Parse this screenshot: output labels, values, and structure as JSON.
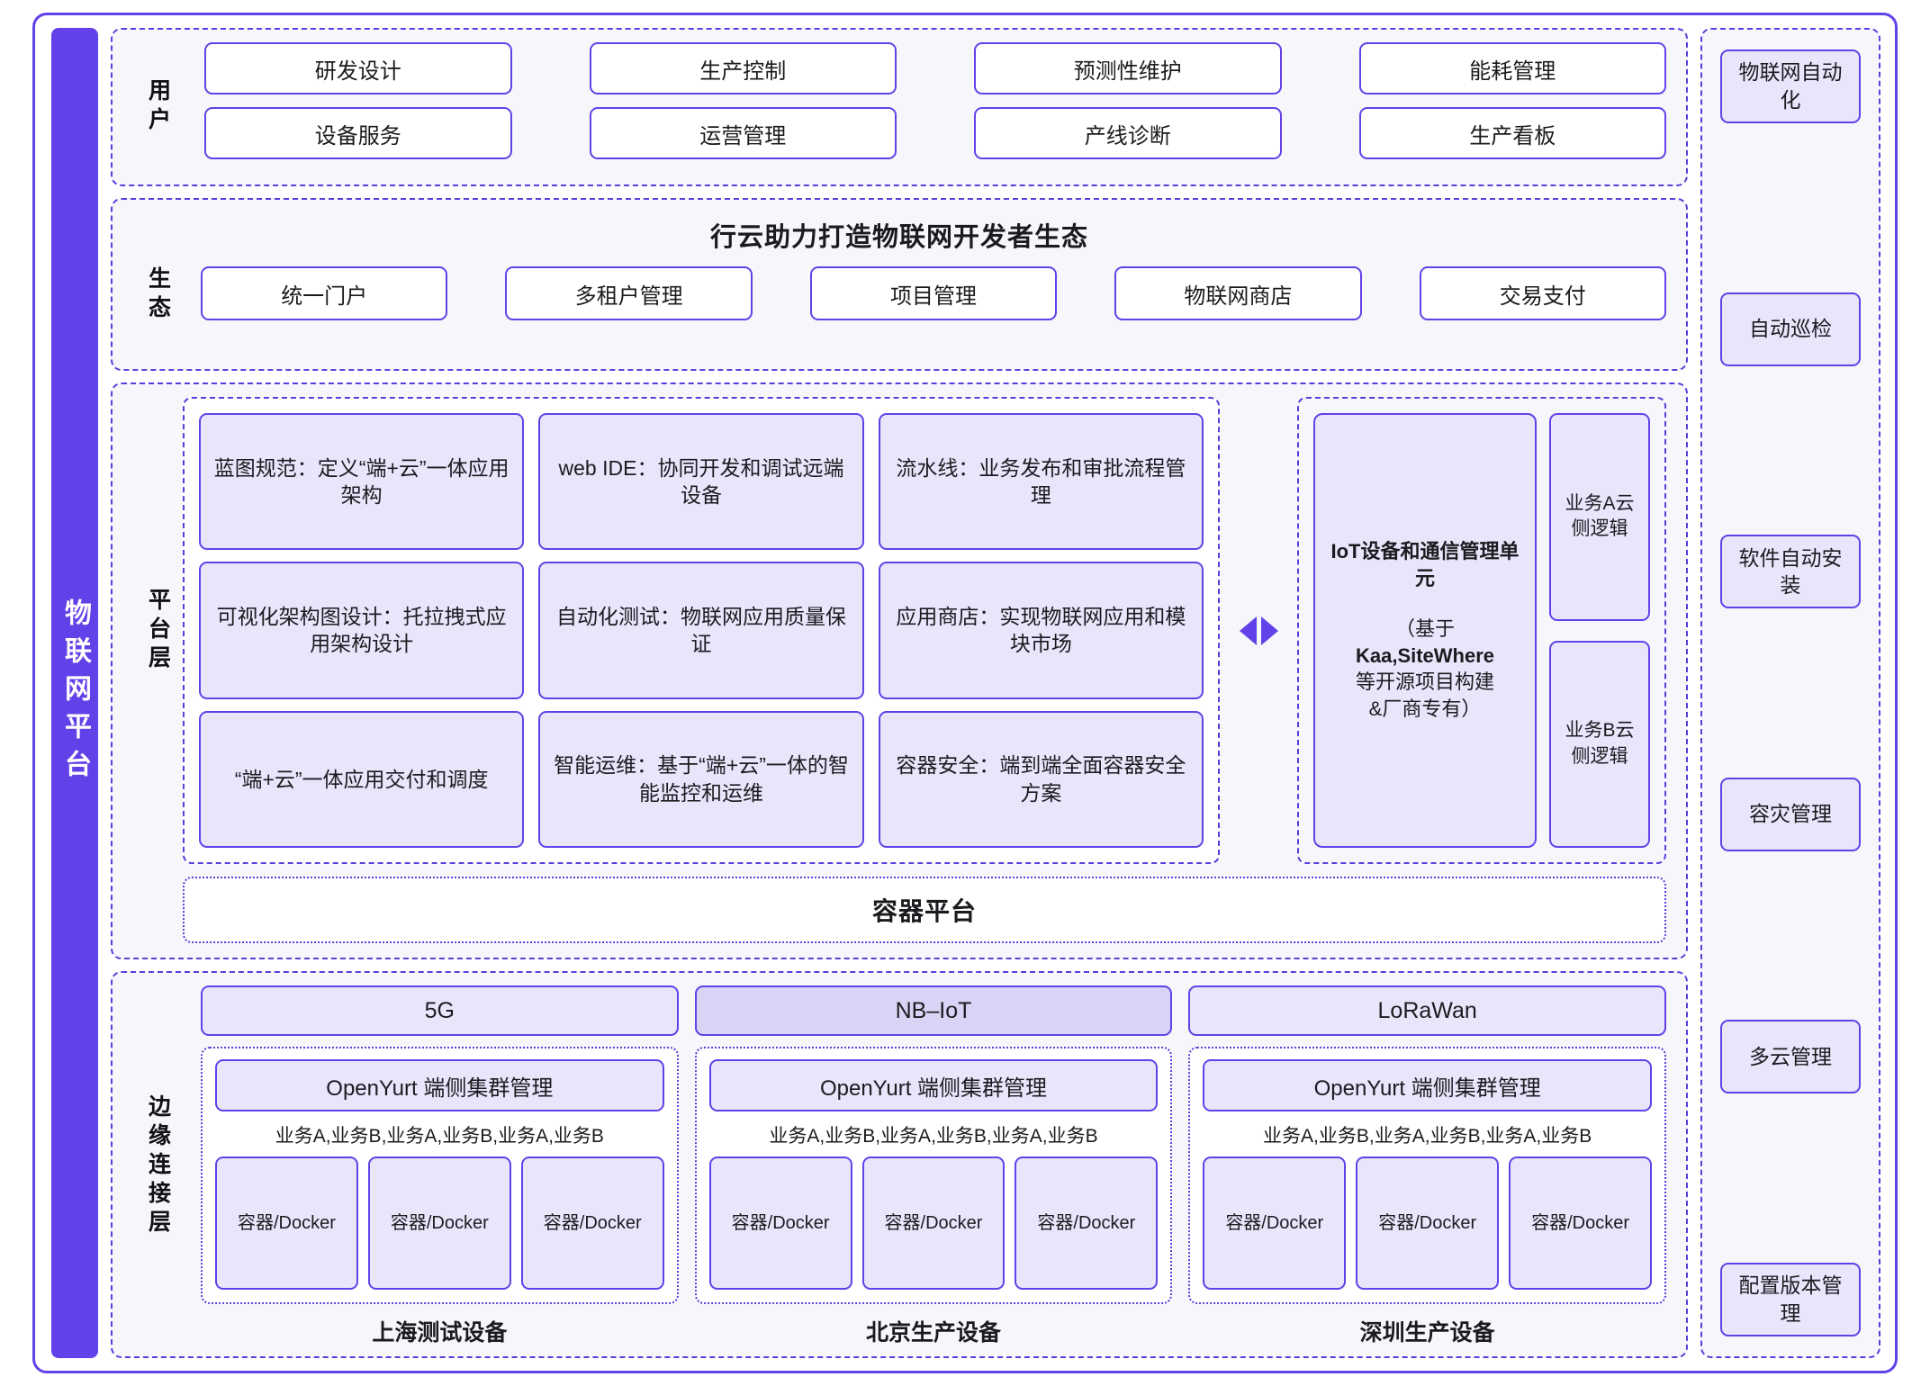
{
  "brand": {
    "vertical_label": "物联网平台",
    "color": "#6341e8"
  },
  "layers": {
    "user": {
      "label": "用户",
      "items": [
        "研发设计",
        "生产控制",
        "预测性维护",
        "能耗管理",
        "设备服务",
        "运营管理",
        "产线诊断",
        "生产看板"
      ]
    },
    "ecosystem": {
      "label": "生态",
      "title": "行云助力打造物联网开发者生态",
      "items": [
        "统一门户",
        "多租户管理",
        "项目管理",
        "物联网商店",
        "交易支付"
      ]
    },
    "platform": {
      "label": "平台层",
      "capabilities": [
        "蓝图规范：定义“端+云”一体应用架构",
        "web IDE：协同开发和调试远端设备",
        "流水线：业务发布和审批流程管理",
        "可视化架构图设计：托拉拽式应用架构设计",
        "自动化测试：物联网应用质量保证",
        "应用商店：实现物联网应用和模块市场",
        "“端+云”一体应用交付和调度",
        "智能运维：基于“端+云”一体的智能监控和运维",
        "容器安全：端到端全面容器安全方案"
      ],
      "iot_unit": {
        "title": "IoT设备和通信管理单元",
        "note_line1": "（基于",
        "note_line2": "Kaa,SiteWhere",
        "note_line3": "等开源项目构建",
        "note_line4": "&厂商专有）"
      },
      "cloud_logic": [
        "业务A云侧逻辑",
        "业务B云侧逻辑"
      ],
      "container_platform": "容器平台",
      "arrow_icon": "bidirectional-arrow"
    },
    "edge": {
      "label": "边缘连接层",
      "columns": [
        {
          "network": "5G",
          "network_accent": false,
          "cluster": "OpenYurt 端侧集群管理",
          "services": "业务A,业务B,业务A,业务B,业务A,业务B",
          "containers": [
            "容器/Docker",
            "容器/Docker",
            "容器/Docker"
          ],
          "caption": "上海测试设备"
        },
        {
          "network": "NB–IoT",
          "network_accent": true,
          "cluster": "OpenYurt 端侧集群管理",
          "services": "业务A,业务B,业务A,业务B,业务A,业务B",
          "containers": [
            "容器/Docker",
            "容器/Docker",
            "容器/Docker"
          ],
          "caption": "北京生产设备"
        },
        {
          "network": "LoRaWan",
          "network_accent": false,
          "cluster": "OpenYurt 端侧集群管理",
          "services": "业务A,业务B,业务A,业务B,业务A,业务B",
          "containers": [
            "容器/Docker",
            "容器/Docker",
            "容器/Docker"
          ],
          "caption": "深圳生产设备"
        }
      ]
    }
  },
  "ops": {
    "items": [
      "物联网自动化",
      "自动巡检",
      "软件自动安装",
      "容灾管理",
      "多云管理",
      "配置版本管理"
    ]
  },
  "colors": {
    "accent": "#6341e8",
    "dashed_border": "#5b3ddb",
    "band_bg": "#f6f7fa",
    "pill_lavender": "#e9e5fb",
    "pill_accent": "#d9d3f5"
  }
}
